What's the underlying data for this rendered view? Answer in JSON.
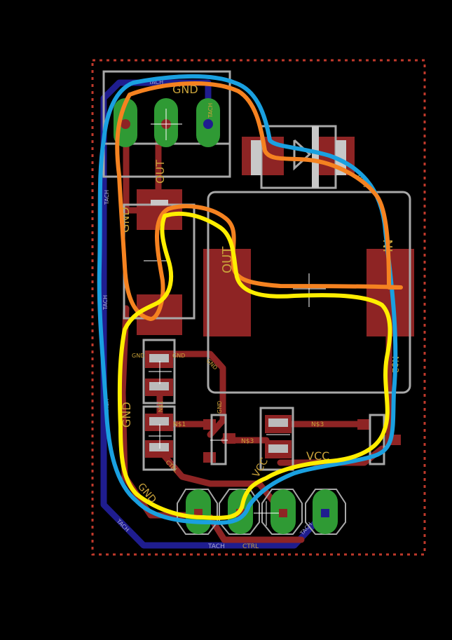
{
  "colors": {
    "background": "#000000",
    "copper_top": "#8e2424",
    "copper_bottom": "#1f1d8f",
    "silkscreen": "#a8a8a8",
    "pad_via": "#2f9a34",
    "dimension": "#c0392b",
    "label_text": "#c9a23a",
    "outline_blue": "#1aa0e0",
    "outline_orange": "#f58220",
    "outline_yellow": "#ffee00"
  },
  "labels": {
    "tach_top": "TACH",
    "gnd_header": "GND",
    "tach_pin": "TACH",
    "out_left": "OUT",
    "tach_left_upper": "TACH",
    "gnd_left_upper": "GND",
    "out_big": "OUT",
    "adj": "ADJ",
    "in_right": "IN",
    "tach_left_mid": "TACH",
    "gnd_r1": "GND",
    "gnd_r1b": "GND",
    "n1_vert": "N$1",
    "n1_r2": "N$1",
    "gnd_q": "GND",
    "gnd_q2": "GND",
    "n3_mid": "N$3",
    "n3_right": "N$3",
    "n2_right": "N$2",
    "vcc": "VCC",
    "tach_left_low": "TACH",
    "gnd_left_low": "GND",
    "ctrl_diag": "CTRL",
    "vcc_bottom": "VCC",
    "gnd_bottom": "GND",
    "tach_bottom_diag": "TACH",
    "tach_bottom": "TACH",
    "ctrl_bottom": "CTRL",
    "tach_bottom_right": "TACH"
  }
}
